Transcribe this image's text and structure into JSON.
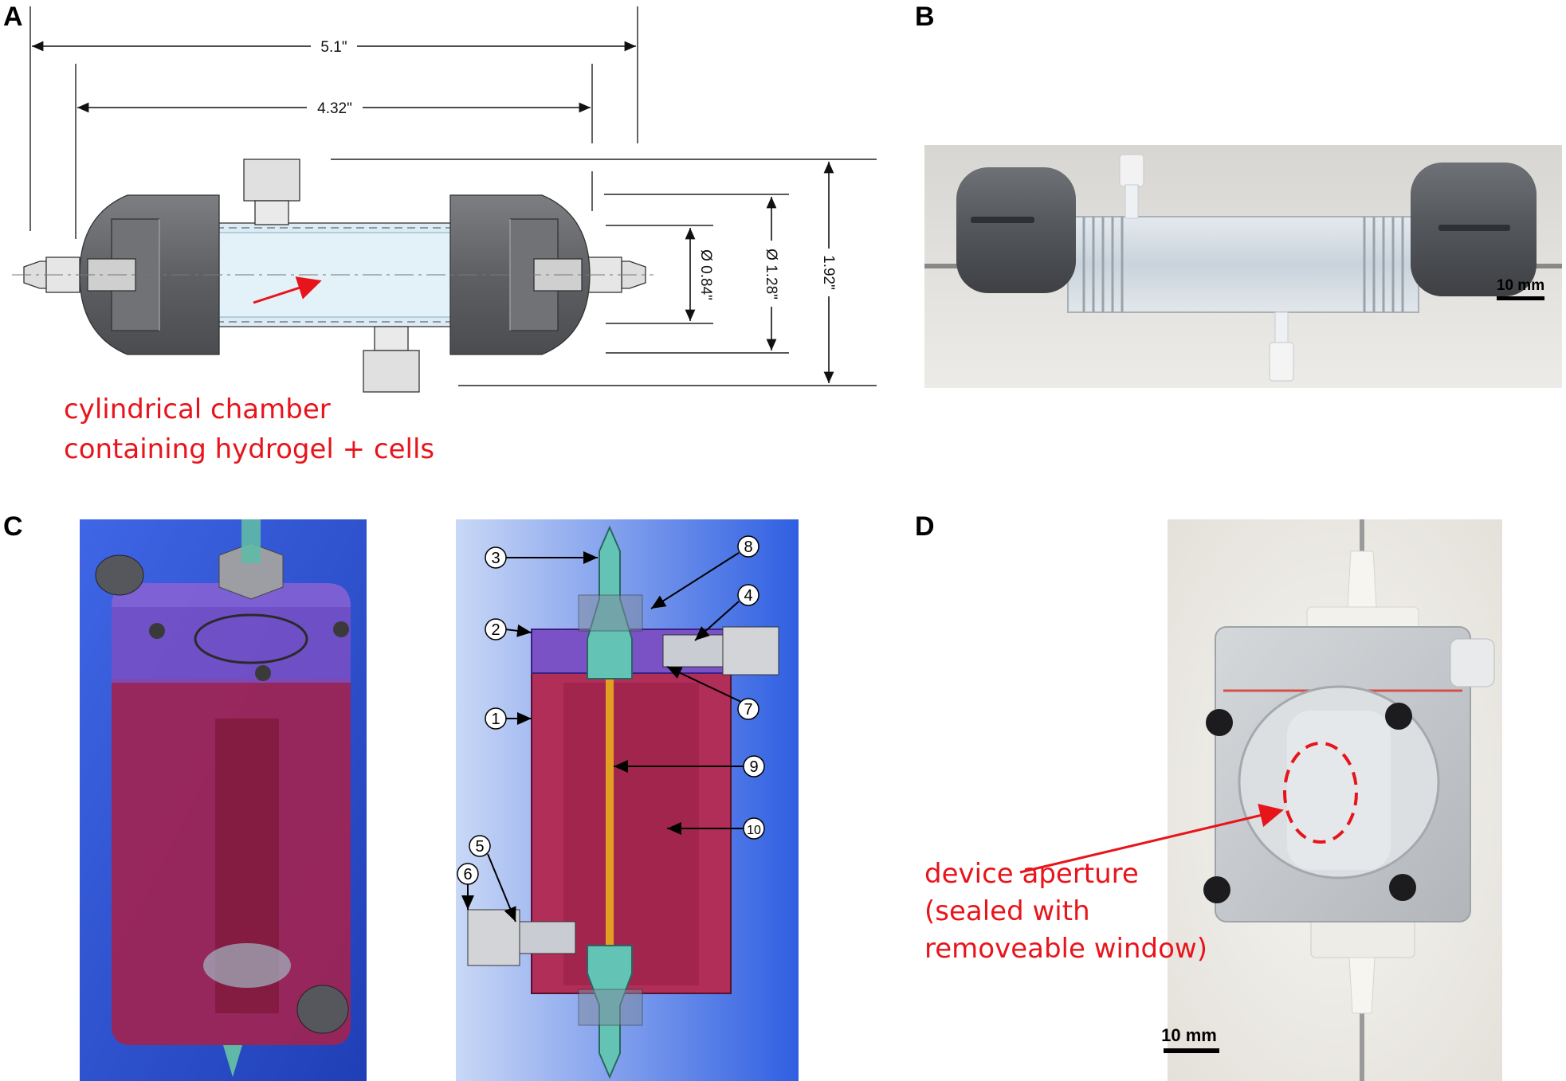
{
  "panels": {
    "a": {
      "letter": "A",
      "dimensions": {
        "overall_length": "5.1\"",
        "chamber_length": "4.32\"",
        "inner_diameter": "Ø 0.84\"",
        "outer_diameter": "Ø 1.28\"",
        "height": "1.92\""
      },
      "annotation_line1": "cylindrical chamber",
      "annotation_line2": "containing hydrogel + cells"
    },
    "b": {
      "letter": "B",
      "scale_bar": "10 mm"
    },
    "c": {
      "letter": "C",
      "callouts": {
        "c1": "1",
        "c2": "2",
        "c3": "3",
        "c4": "4",
        "c5": "5",
        "c6": "6",
        "c7": "7",
        "c8": "8",
        "c9": "9",
        "c10": "10"
      }
    },
    "d": {
      "letter": "D",
      "annotation_line1": "device aperture",
      "annotation_line2": "(sealed with",
      "annotation_line3": "removeable window)",
      "scale_bar": "10 mm"
    }
  },
  "colors": {
    "annotation_red": "#e8141b",
    "cad_blue": "#3a5ed8",
    "cad_red": "#b0224a",
    "cap_gray": "#5a5c60",
    "chamber_blue": "#dcecf6"
  }
}
